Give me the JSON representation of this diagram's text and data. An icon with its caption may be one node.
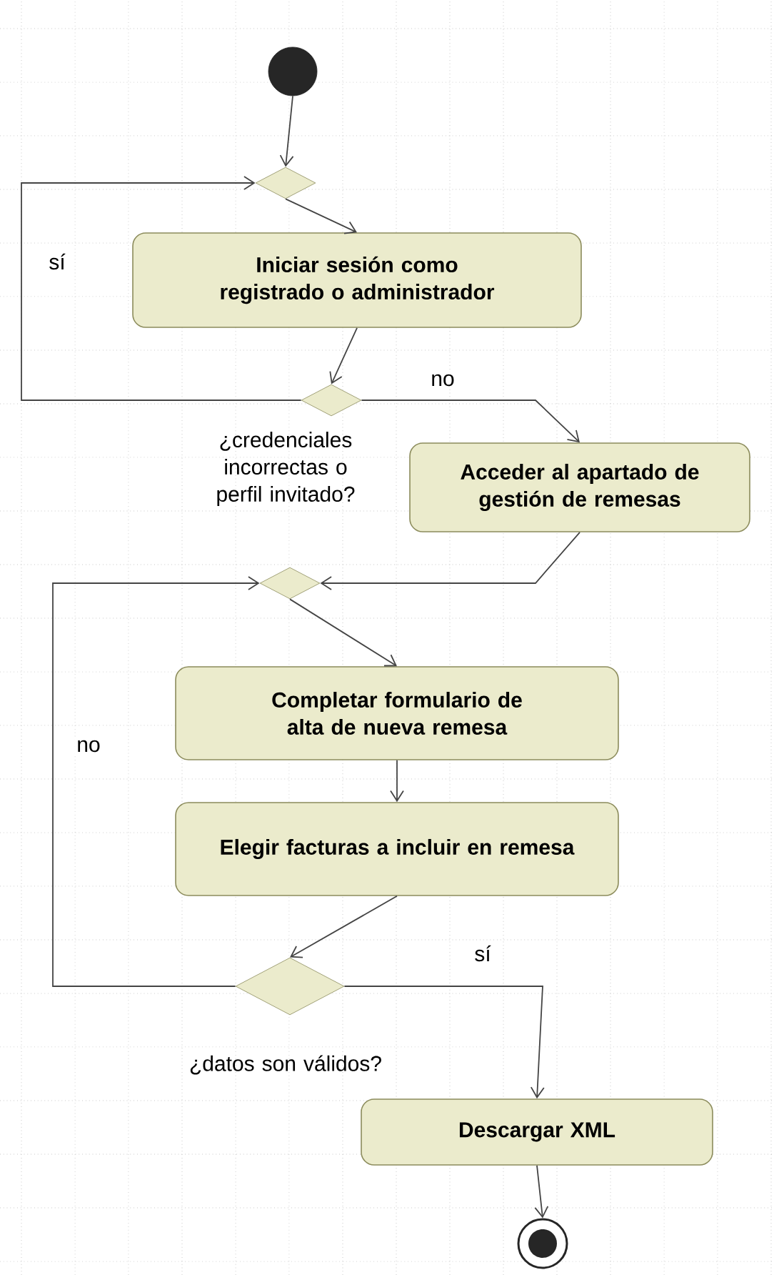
{
  "diagram": {
    "nodes": [
      {
        "text": [],
        "shape": "circle"
      },
      {
        "text": [],
        "shape": "diamond"
      },
      {
        "text": [
          "Iniciar sesión como registrado o administrador"
        ]
      },
      {
        "text": [],
        "shape": "diamond",
        "beside": [
          "¿credenciales incorrectas o perfil invitado?"
        ]
      },
      {
        "text": [
          "Acceder al apartado de gestión de remesas"
        ]
      },
      {
        "text": [],
        "shape": "diamond"
      },
      {
        "text": [
          "Completar formulario de alta de nueva remesa"
        ]
      },
      {
        "text": [
          "Elegir facturas a incluir en remesa"
        ]
      },
      {
        "text": [],
        "shape": "diamond",
        "beside": [
          "¿datos son válidos?"
        ]
      },
      {
        "text": [
          "Descargar XML"
        ]
      },
      {
        "text": [],
        "shape": "bullseye"
      }
    ],
    "edges": [
      {
        "from": 0,
        "to": 1,
        "arrow": "to"
      },
      {
        "from": 1,
        "to": 2,
        "arrow": "to"
      },
      {
        "from": 2,
        "to": 3,
        "arrow": "to"
      },
      {
        "from": 3,
        "to": 1,
        "arrow": "to",
        "label": "sí"
      },
      {
        "from": 3,
        "to": 4,
        "arrow": "to",
        "label": "no"
      },
      {
        "from": 4,
        "to": 5,
        "arrow": "to"
      },
      {
        "from": 5,
        "to": 6,
        "arrow": "to"
      },
      {
        "from": 6,
        "to": 7,
        "arrow": "to"
      },
      {
        "from": 7,
        "to": 8,
        "arrow": "to"
      },
      {
        "from": 8,
        "to": 5,
        "arrow": "to",
        "label": "no"
      },
      {
        "from": 8,
        "to": 9,
        "arrow": "to",
        "label": "sí"
      },
      {
        "from": 9,
        "to": 10,
        "arrow": "to"
      }
    ]
  }
}
